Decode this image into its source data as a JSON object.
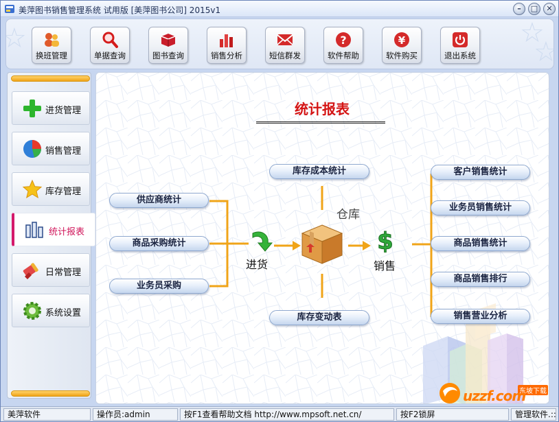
{
  "window": {
    "title": "美萍图书销售管理系统 试用版 [美萍图书公司] 2015v1"
  },
  "toolbar": {
    "buttons": [
      {
        "label": "换班管理",
        "icon": "user-switch-icon"
      },
      {
        "label": "单据查询",
        "icon": "magnifier-icon"
      },
      {
        "label": "图书查询",
        "icon": "book-icon"
      },
      {
        "label": "销售分析",
        "icon": "bar-chart-icon"
      },
      {
        "label": "短信群发",
        "icon": "envelope-icon"
      },
      {
        "label": "软件帮助",
        "icon": "help-icon"
      },
      {
        "label": "软件购买",
        "icon": "yen-icon"
      },
      {
        "label": "退出系统",
        "icon": "power-icon"
      }
    ]
  },
  "sidebar": {
    "items": [
      {
        "label": "进货管理",
        "icon": "plus-icon"
      },
      {
        "label": "销售管理",
        "icon": "pie-icon"
      },
      {
        "label": "库存管理",
        "icon": "star-icon"
      },
      {
        "label": "统计报表",
        "icon": "report-bars-icon"
      },
      {
        "label": "日常管理",
        "icon": "brush-icon"
      },
      {
        "label": "系统设置",
        "icon": "gear-icon"
      }
    ]
  },
  "main": {
    "heading": "统计报表",
    "left_buttons": [
      "供应商统计",
      "商品采购统计",
      "业务员采购"
    ],
    "center_top": "库存成本统计",
    "center_bottom": "库存变动表",
    "right_buttons": [
      "客户销售统计",
      "业务员销售统计",
      "商品销售统计",
      "商品销售排行",
      "销售营业分析"
    ],
    "label_purchase": "进货",
    "label_warehouse": "仓库",
    "label_sales": "销售"
  },
  "watermark": {
    "text": "uzzf.com",
    "badge": "东坡下载"
  },
  "statusbar": {
    "company": "美萍软件",
    "operator": "操作员:admin",
    "help": "按F1查看帮助文档 http://www.mpsoft.net.cn/",
    "lock": "按F2锁屏",
    "extra": "管理软件.::"
  },
  "colors": {
    "accent_red": "#d41414",
    "connector_orange": "#f0a418",
    "active_pink": "#d4196b"
  }
}
